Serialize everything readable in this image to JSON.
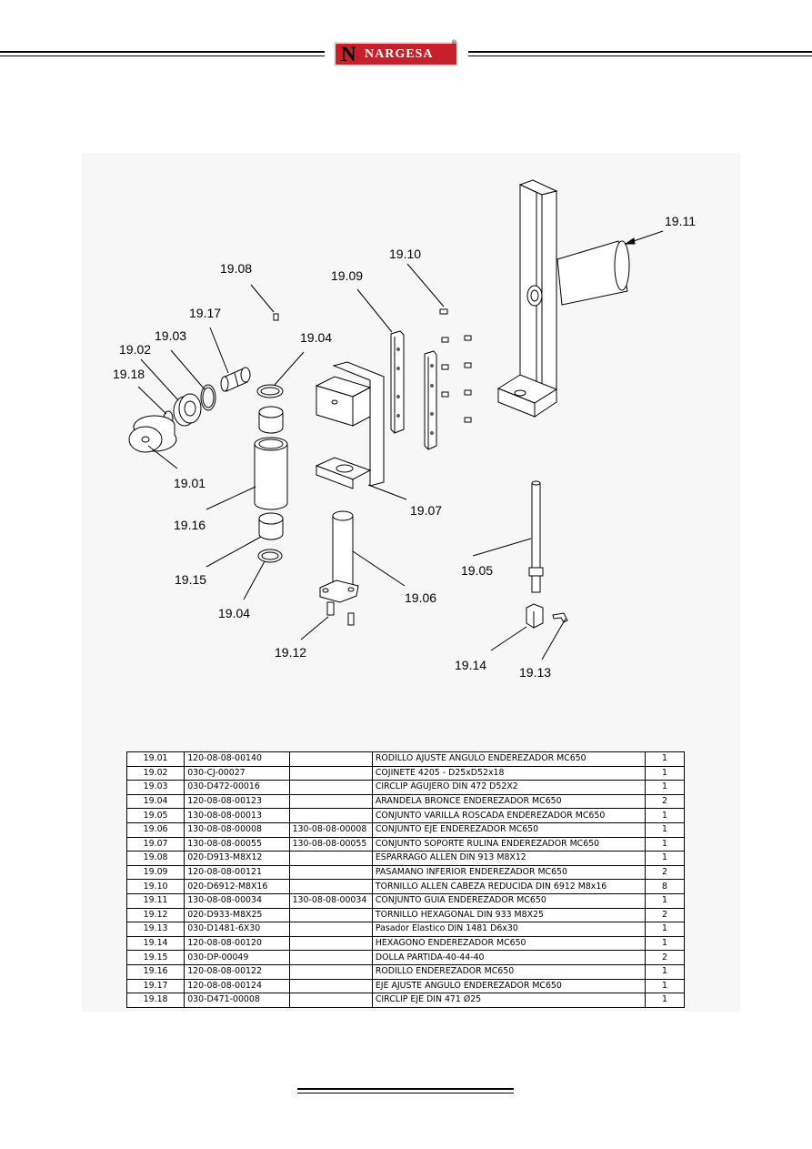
{
  "header": {
    "brand_initial": "N",
    "brand_name": "NARGESA",
    "brand_reg": "®",
    "brand_color": "#c8202a"
  },
  "callouts": {
    "c1911": "19.11",
    "c1910": "19.10",
    "c1909": "19.09",
    "c1908": "19.08",
    "c1917": "19.17",
    "c1904a": "19.04",
    "c1903": "19.03",
    "c1902": "19.02",
    "c1918": "19.18",
    "c1901": "19.01",
    "c1916": "19.16",
    "c1907": "19.07",
    "c1905": "19.05",
    "c1915": "19.15",
    "c1906": "19.06",
    "c1904b": "19.04",
    "c1912": "19.12",
    "c1914": "19.14",
    "c1913": "19.13"
  },
  "parts": [
    {
      "ref": "19.01",
      "code": "120-08-08-00140",
      "alt": "",
      "desc": "RODILLO AJUSTE ANGULO ENDEREZADOR MC650",
      "qty": "1"
    },
    {
      "ref": "19.02",
      "code": "030-CJ-00027",
      "alt": "",
      "desc": "COJINETE 4205 - D25xD52x18",
      "qty": "1"
    },
    {
      "ref": "19.03",
      "code": "030-D472-00016",
      "alt": "",
      "desc": "CIRCLIP AGUJERO DIN 472 D52X2",
      "qty": "1"
    },
    {
      "ref": "19.04",
      "code": "120-08-08-00123",
      "alt": "",
      "desc": "ARANDELA BRONCE ENDEREZADOR MC650",
      "qty": "2"
    },
    {
      "ref": "19.05",
      "code": "130-08-08-00013",
      "alt": "",
      "desc": "CONJUNTO VARILLA ROSCADA ENDEREZADOR MC650",
      "qty": "1"
    },
    {
      "ref": "19.06",
      "code": "130-08-08-00008",
      "alt": "130-08-08-00008",
      "desc": "CONJUNTO EJE ENDEREZADOR MC650",
      "qty": "1"
    },
    {
      "ref": "19.07",
      "code": "130-08-08-00055",
      "alt": "130-08-08-00055",
      "desc": "CONJUNTO SOPORTE RULINA ENDEREZADOR MC650",
      "qty": "1"
    },
    {
      "ref": "19.08",
      "code": "020-D913-M8X12",
      "alt": "",
      "desc": "ESPARRAGO ALLEN DIN 913 M8X12",
      "qty": "1"
    },
    {
      "ref": "19.09",
      "code": "120-08-08-00121",
      "alt": "",
      "desc": "PASAMANO INFERIOR ENDEREZADOR MC650",
      "qty": "2"
    },
    {
      "ref": "19.10",
      "code": "020-D6912-M8X16",
      "alt": "",
      "desc": "TORNILLO ALLEN CABEZA REDUCIDA DIN 6912 M8x16",
      "qty": "8"
    },
    {
      "ref": "19.11",
      "code": "130-08-08-00034",
      "alt": "130-08-08-00034",
      "desc": "CONJUNTO GUIA ENDEREZADOR MC650",
      "qty": "1"
    },
    {
      "ref": "19.12",
      "code": "020-D933-M8X25",
      "alt": "",
      "desc": "TORNILLO HEXAGONAL DIN 933 M8X25",
      "qty": "2"
    },
    {
      "ref": "19.13",
      "code": "030-D1481-6X30",
      "alt": "",
      "desc": "Pasador Elastico DIN 1481 D6x30",
      "qty": "1"
    },
    {
      "ref": "19.14",
      "code": "120-08-08-00120",
      "alt": "",
      "desc": "HEXAGONO ENDEREZADOR MC650",
      "qty": "1"
    },
    {
      "ref": "19.15",
      "code": "030-DP-00049",
      "alt": "",
      "desc": "DOLLA PARTIDA-40-44-40",
      "qty": "2"
    },
    {
      "ref": "19.16",
      "code": "120-08-08-00122",
      "alt": "",
      "desc": "RODILLO ENDEREZADOR MC650",
      "qty": "1"
    },
    {
      "ref": "19.17",
      "code": "120-08-08-00124",
      "alt": "",
      "desc": "EJE AJUSTE ANGULO ENDEREZADOR MC650",
      "qty": "1"
    },
    {
      "ref": "19.18",
      "code": "030-D471-00008",
      "alt": "",
      "desc": "CIRCLIP EJE DIN 471 Ø25",
      "qty": "1"
    }
  ]
}
